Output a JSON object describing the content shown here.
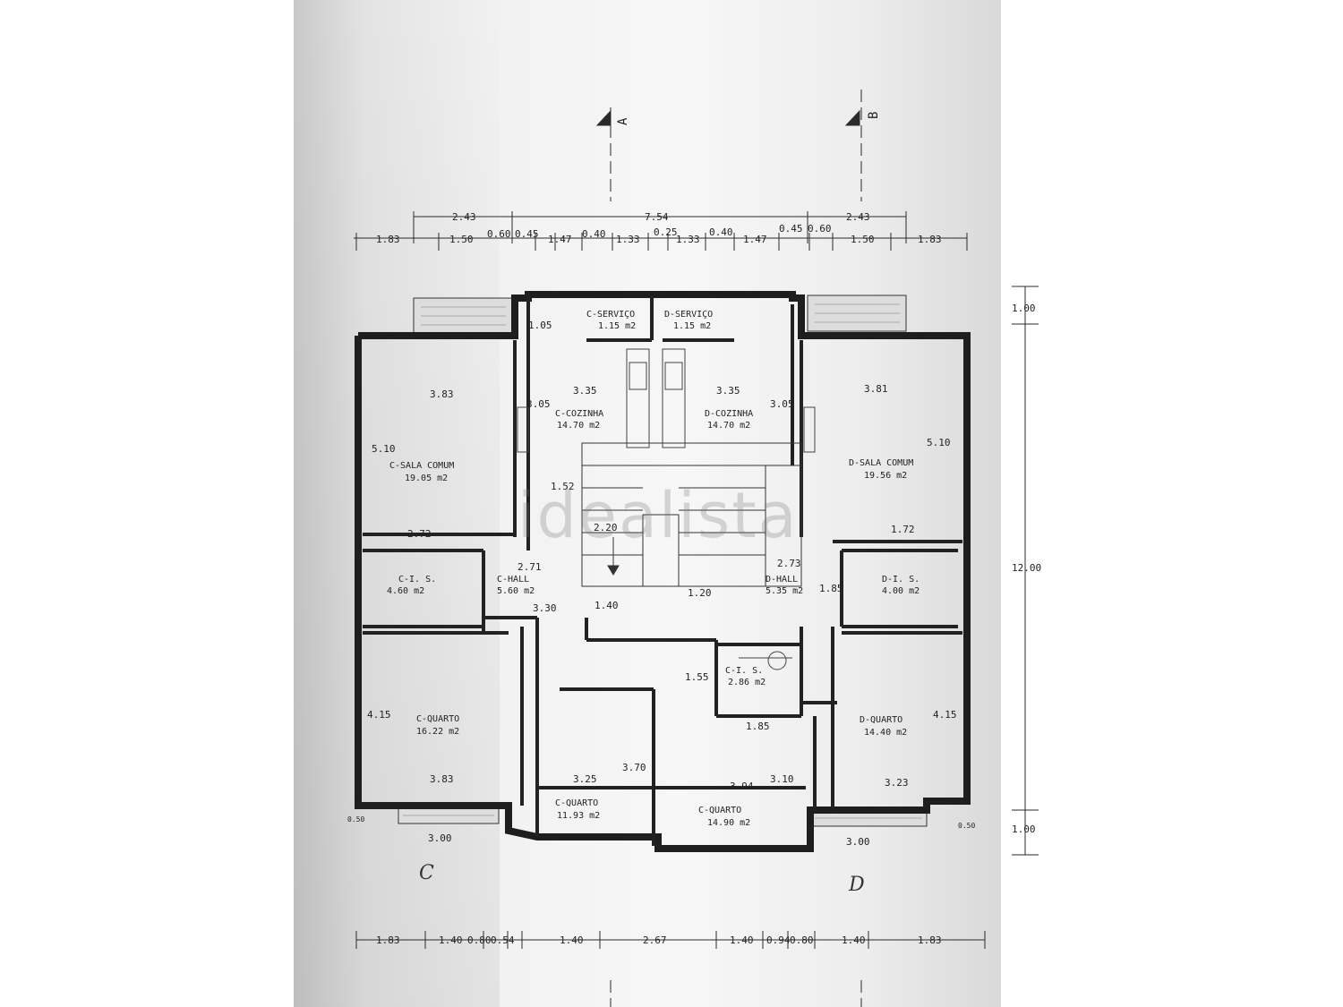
{
  "watermark": "idealista",
  "section_marks": [
    "A",
    "B"
  ],
  "top_dims_row1": [
    "2.43",
    "7.54",
    "2.43"
  ],
  "top_dims_row2": [
    "1.83",
    "1.50",
    "0.60",
    "0.45",
    "1.47",
    "0.40",
    "1.33",
    "0.25",
    "1.33",
    "0.40",
    "1.47",
    "0.45",
    "0.60",
    "1.50",
    "1.83"
  ],
  "bottom_dims": [
    "1.83",
    "1.40",
    "0.80",
    "0.54",
    "1.40",
    "2.67",
    "1.40",
    "0.94",
    "0.80",
    "1.40",
    "1.83"
  ],
  "right_dims": [
    "1.00",
    "12.00",
    "1.00"
  ],
  "rooms": [
    {
      "name": "C-SERVIÇO",
      "area": "1.15 m2"
    },
    {
      "name": "D-SERVIÇO",
      "area": "1.15 m2"
    },
    {
      "name": "C-COZINHA",
      "area": "14.70 m2"
    },
    {
      "name": "D-COZINHA",
      "area": "14.70 m2"
    },
    {
      "name": "C-SALA COMUM",
      "area": "19.05 m2"
    },
    {
      "name": "D-SALA COMUM",
      "area": "19.56 m2"
    },
    {
      "name": "C-I. S.",
      "area": "4.60 m2"
    },
    {
      "name": "C-HALL",
      "area": "5.60 m2"
    },
    {
      "name": "D-HALL",
      "area": "5.35 m2"
    },
    {
      "name": "D-I. S.",
      "area": "4.00 m2"
    },
    {
      "name": "C-I. S.",
      "area": "2.86 m2"
    },
    {
      "name": "C-QUARTO",
      "area": "16.22 m2"
    },
    {
      "name": "C-QUARTO",
      "area": "11.93 m2"
    },
    {
      "name": "C-QUARTO",
      "area": "14.90 m2"
    },
    {
      "name": "D-QUARTO",
      "area": "14.40 m2"
    }
  ],
  "inner_dims": [
    "1.05",
    "3.83",
    "3.35",
    "3.35",
    "3.81",
    "3.05",
    "3.05",
    "5.10",
    "5.10",
    "1.52",
    "2.20",
    "2.72",
    "1.72",
    "2.71",
    "2.73",
    "1.20",
    "1.85",
    "1.40",
    "3.30",
    "1.55",
    "1.85",
    "4.15",
    "4.15",
    "3.70",
    "3.83",
    "3.25",
    "3.94",
    "3.10",
    "3.23",
    "0.50",
    "3.00",
    "0.50",
    "3.00"
  ],
  "handwritten": [
    "C",
    "D"
  ]
}
